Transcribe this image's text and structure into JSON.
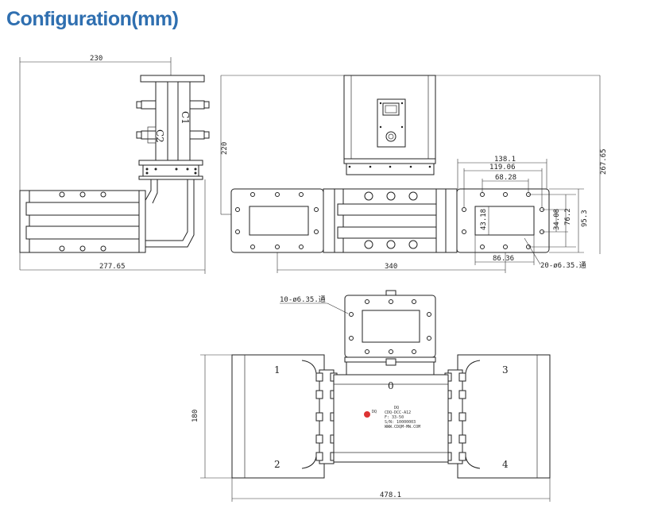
{
  "header": {
    "title": "Configuration(mm)"
  },
  "dimensions": {
    "d230": "230",
    "d220": "220",
    "d277": "277.65",
    "d340": "340",
    "d267": "267.65",
    "d138": "138.1",
    "d119": "119.06",
    "d68": "68.28",
    "d43": "43.18",
    "d34": "34.08",
    "d76": "76.2",
    "d95": "95.3",
    "d86": "86.36",
    "holes20": "20-ø6.35.通",
    "holes10": "10-ø6.35.通",
    "d180": "180",
    "d478": "478.1"
  },
  "labels": {
    "c1": "C1",
    "c2": "C2",
    "port0": "0",
    "port1": "1",
    "port2": "2",
    "port3": "3",
    "port4": "4"
  },
  "nameplate": {
    "line1": "DQ",
    "line2": "CDQ-DCC-A12",
    "line3": "F: 33-50",
    "line4": "S/N: 10000003",
    "line5": "WWW.CDQM-MW.COM"
  }
}
